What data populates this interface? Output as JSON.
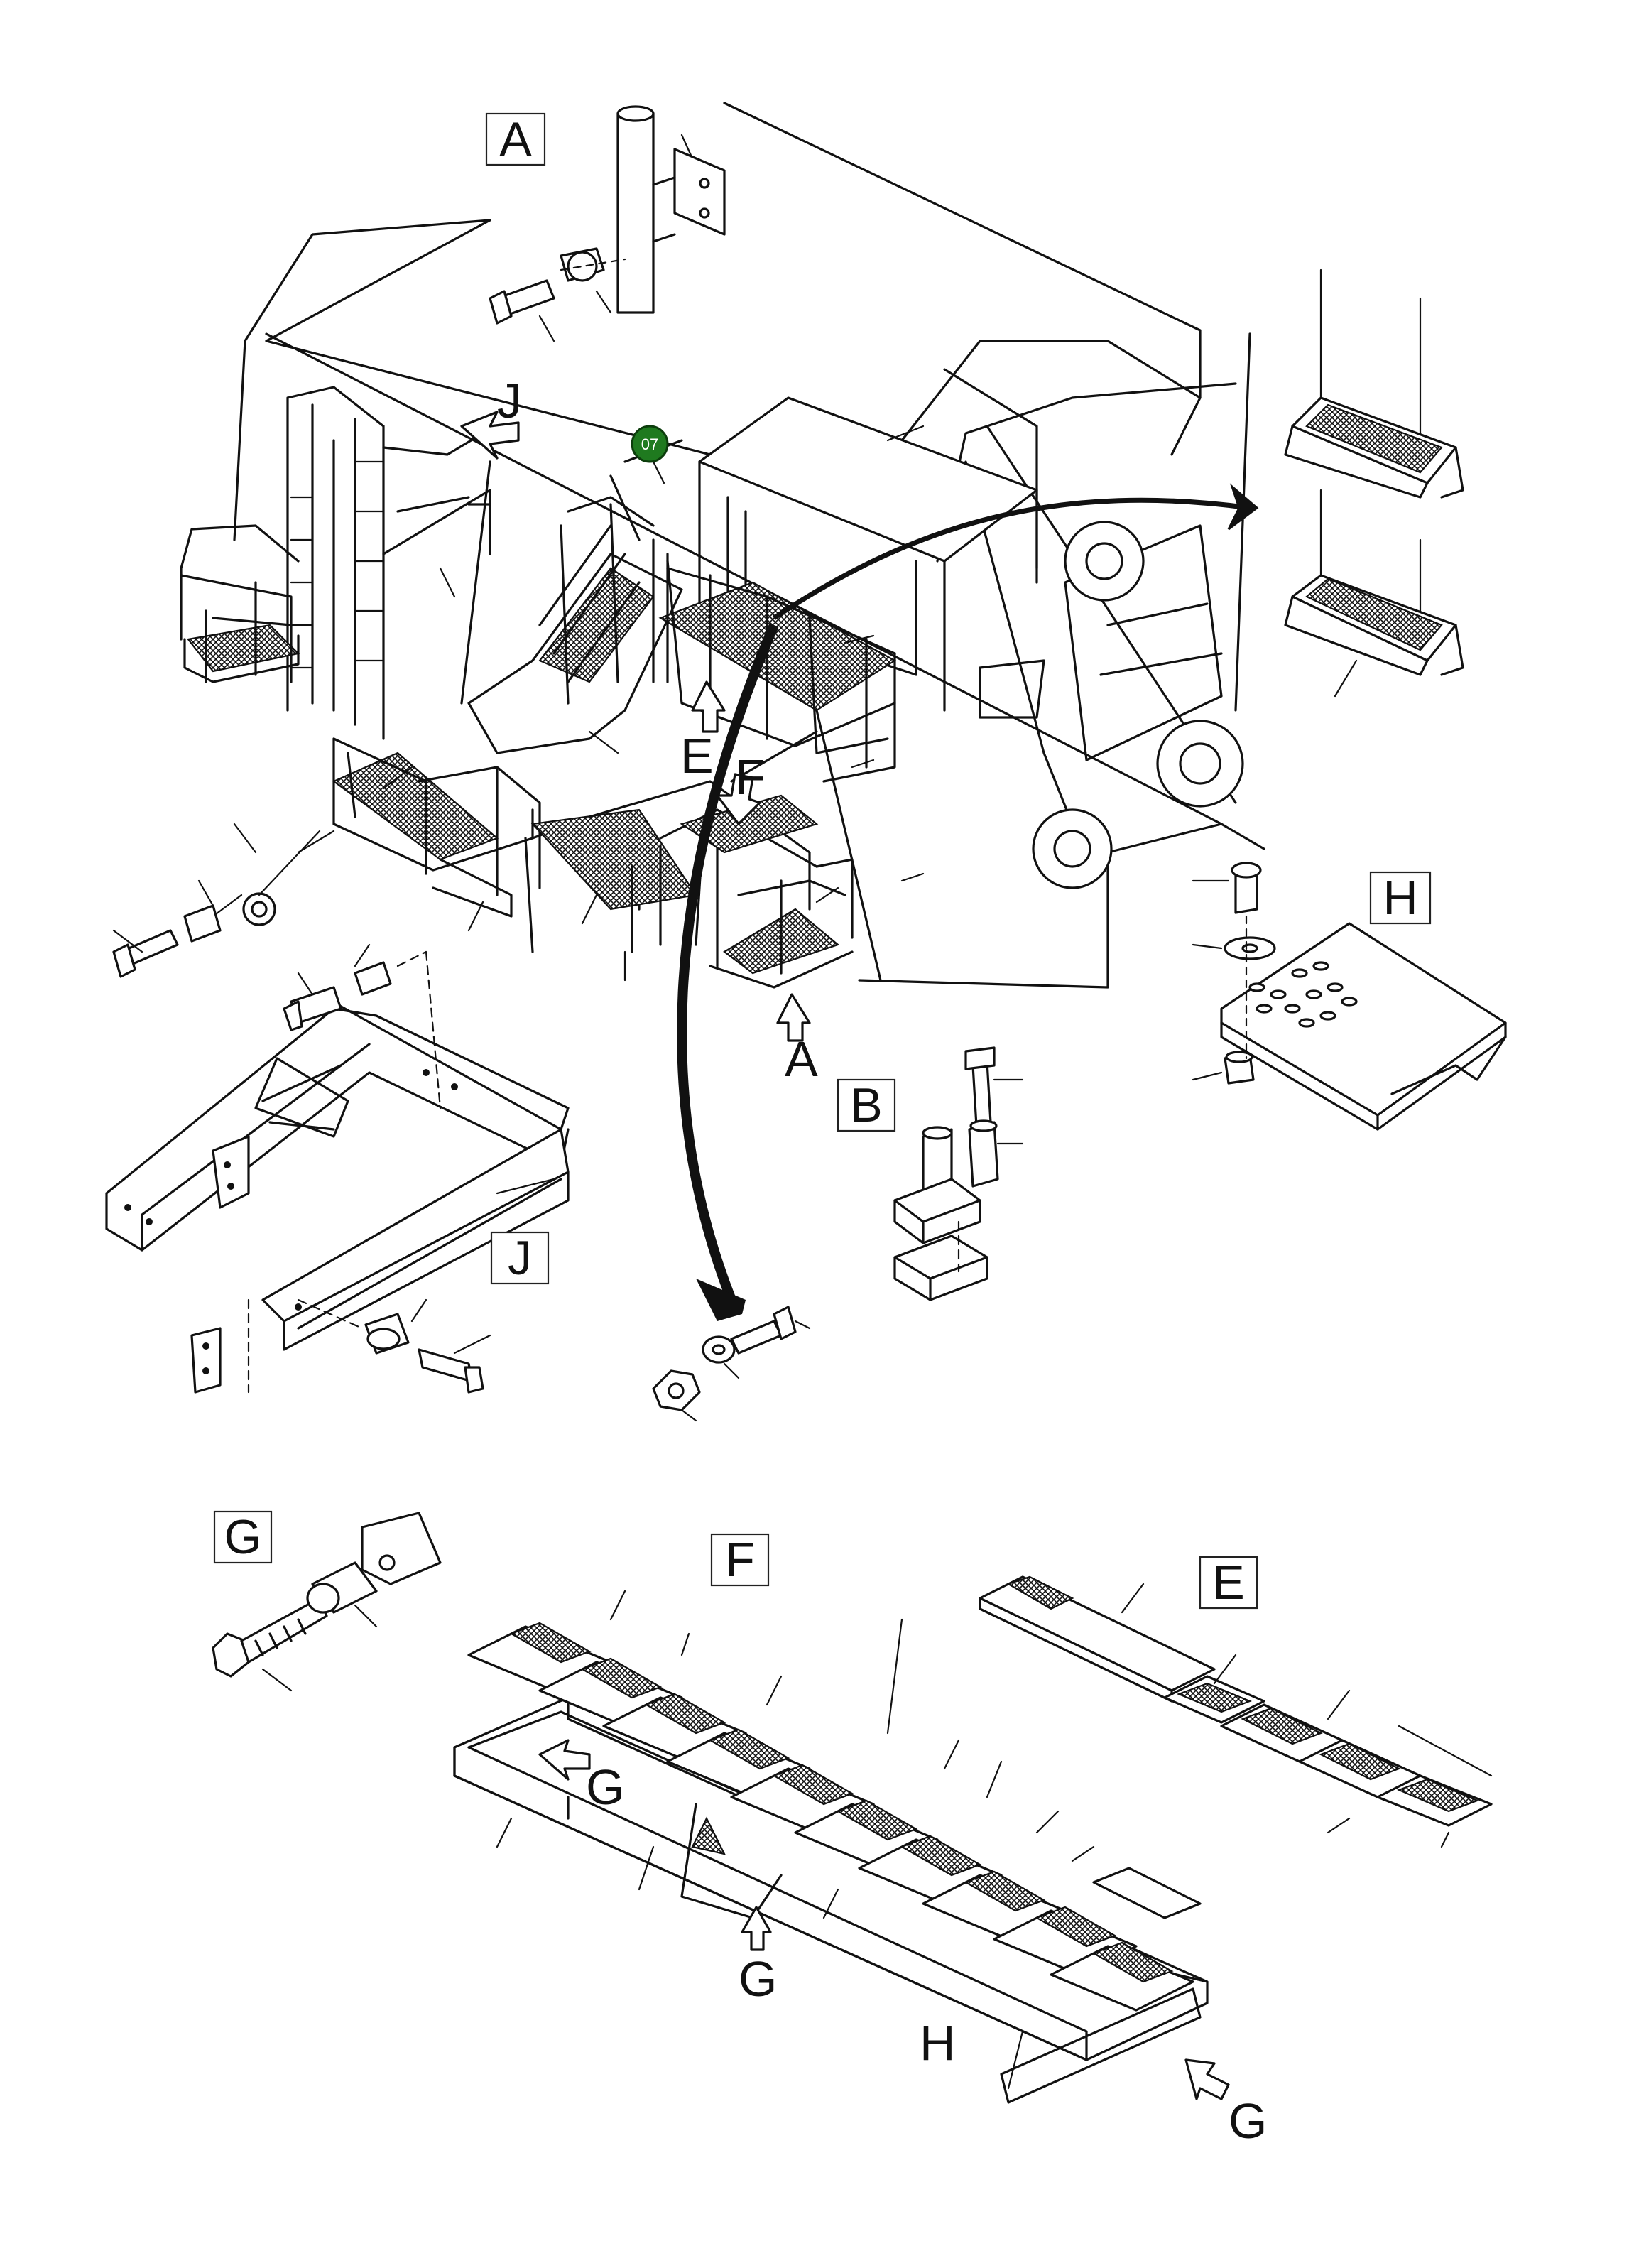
{
  "view_labels": {
    "A": "A",
    "B": "B",
    "E": "E",
    "F": "F",
    "G": "G",
    "H": "H",
    "J": "J"
  },
  "callout": {
    "number": "07",
    "color": "#1f7a1f"
  },
  "icons": [
    "arrow-icon",
    "curved-arrow-icon"
  ]
}
